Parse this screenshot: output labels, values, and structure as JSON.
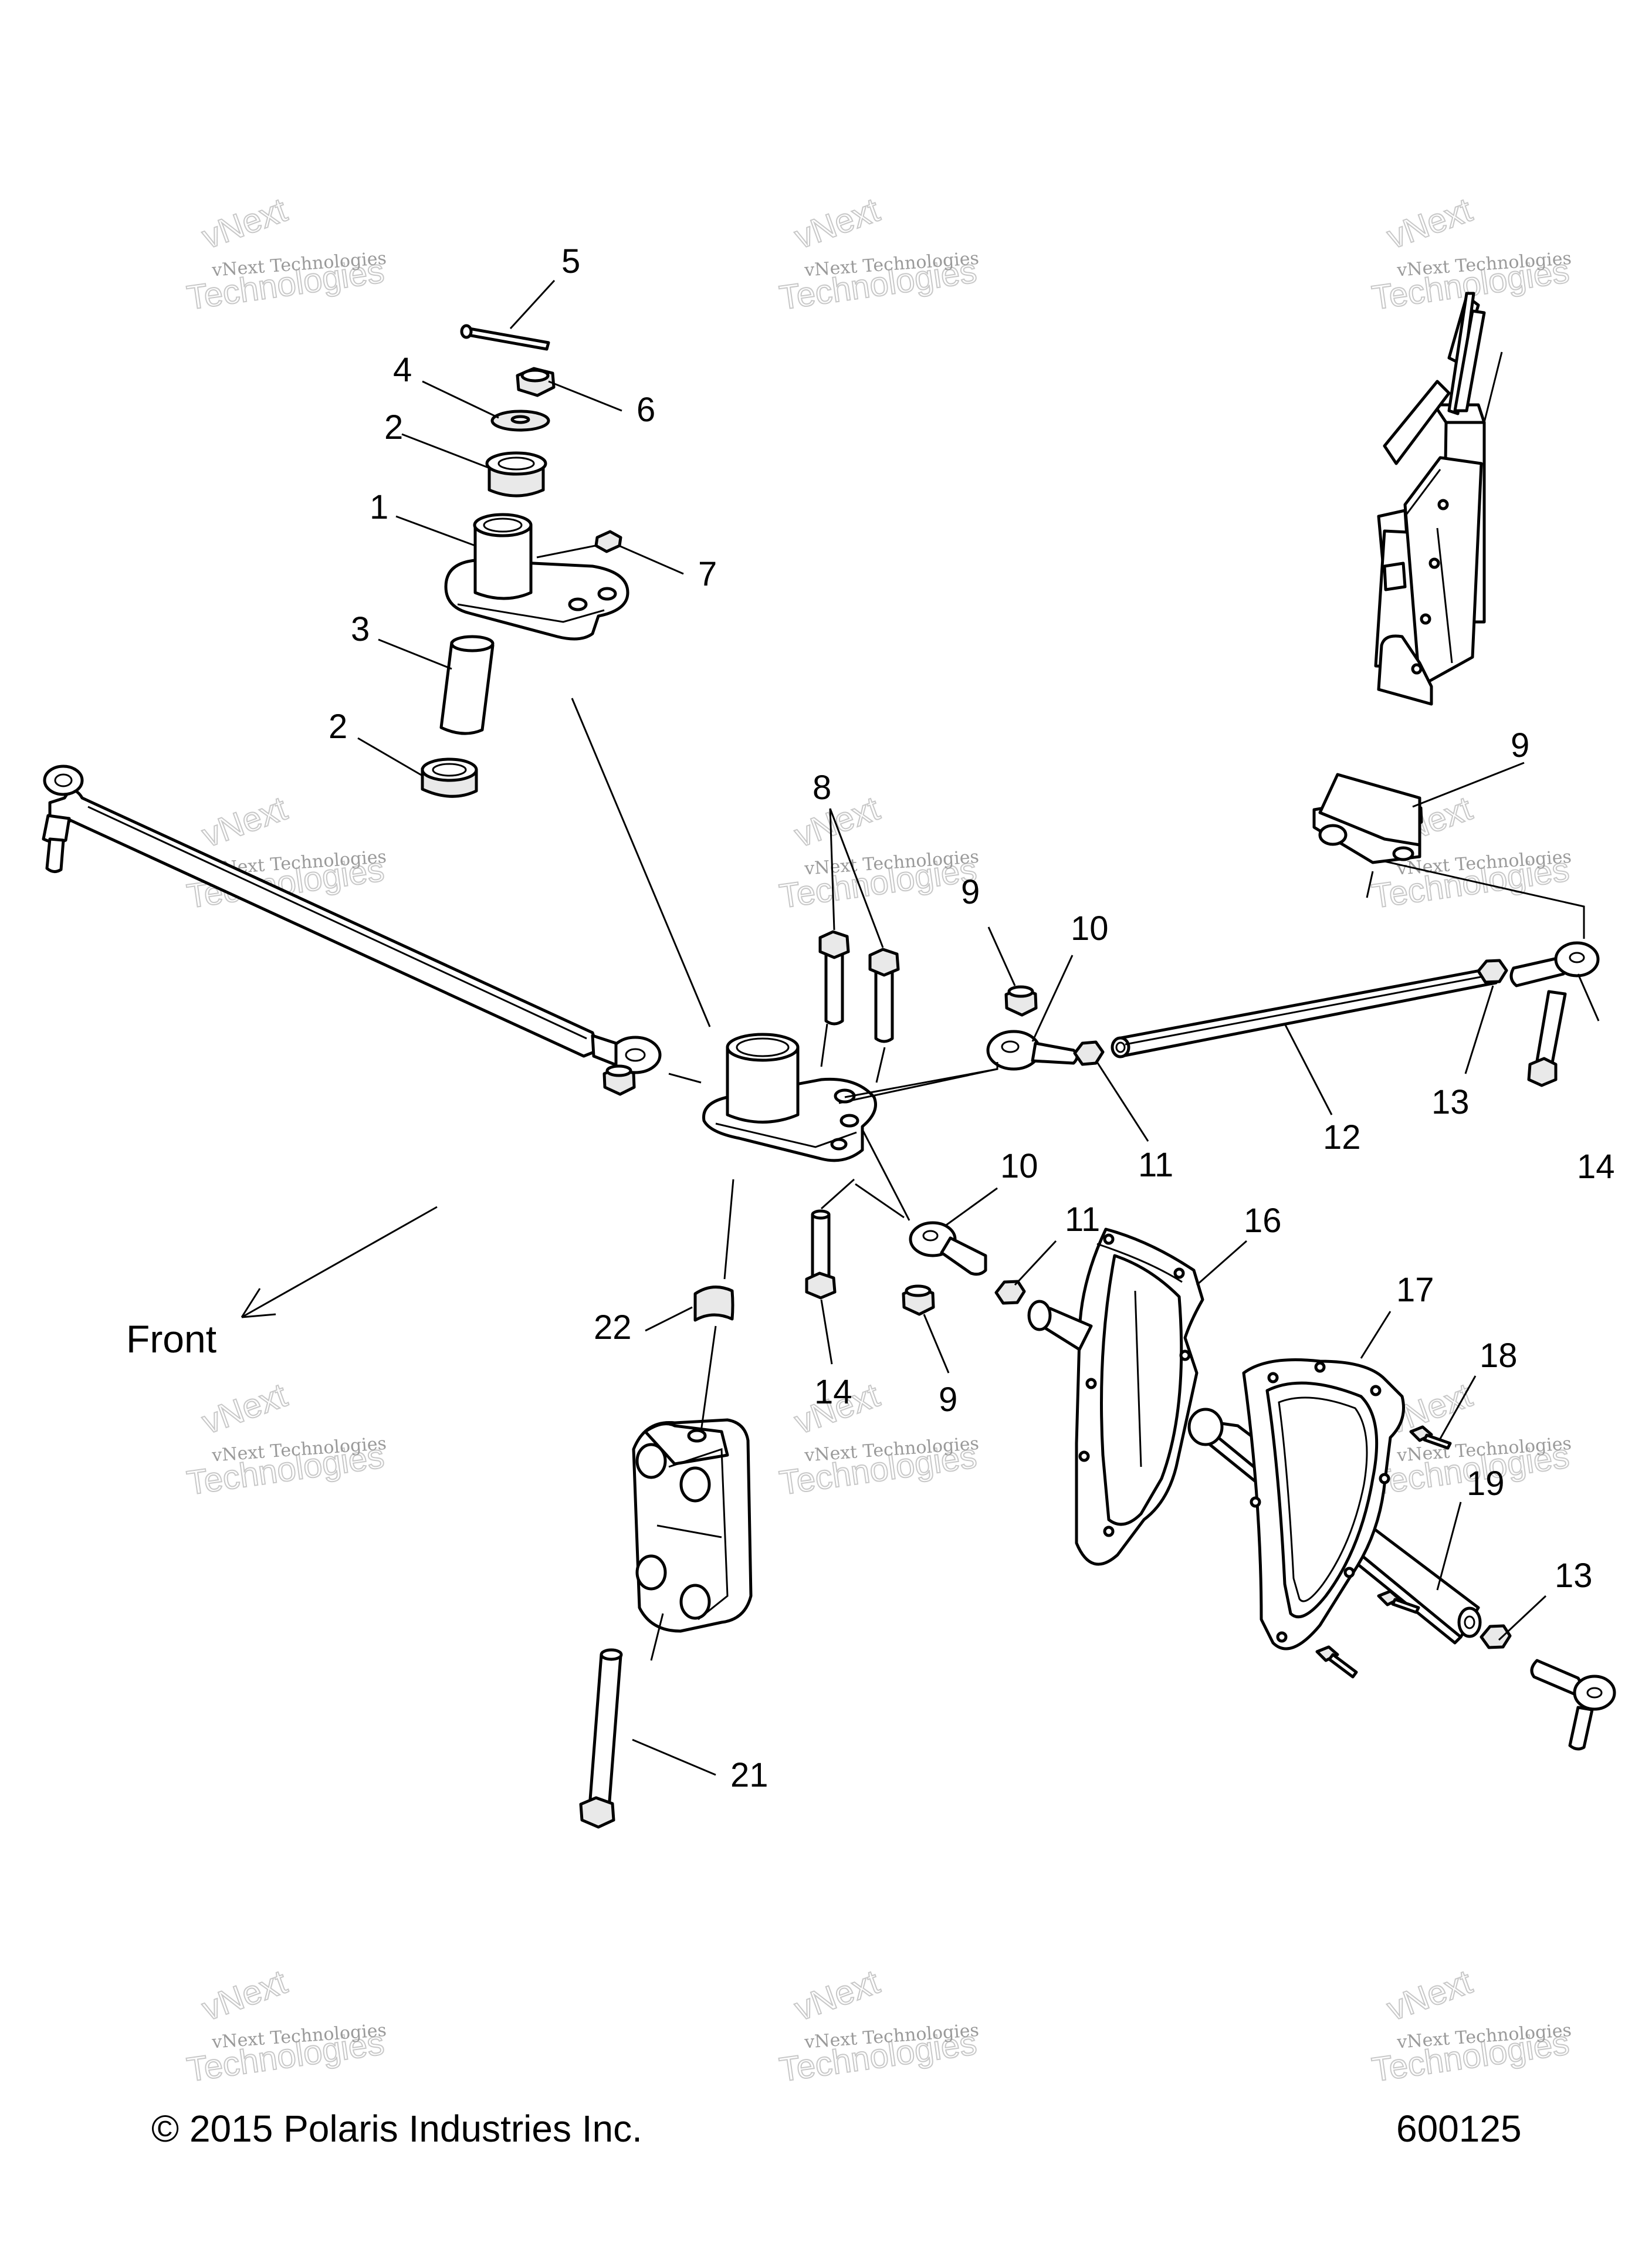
{
  "watermark": {
    "brand": "vNext",
    "line1": "vNext Technologies",
    "line2": "Technologies"
  },
  "direction_label": "Front",
  "callouts": [
    {
      "id": "c5",
      "label": "5"
    },
    {
      "id": "c6",
      "label": "6"
    },
    {
      "id": "c4",
      "label": "4"
    },
    {
      "id": "c2a",
      "label": "2"
    },
    {
      "id": "c1",
      "label": "1"
    },
    {
      "id": "c7",
      "label": "7"
    },
    {
      "id": "c3",
      "label": "3"
    },
    {
      "id": "c2b",
      "label": "2"
    },
    {
      "id": "c8",
      "label": "8"
    },
    {
      "id": "c9a",
      "label": "9"
    },
    {
      "id": "c10a",
      "label": "10"
    },
    {
      "id": "c9b",
      "label": "9"
    },
    {
      "id": "c11a",
      "label": "11"
    },
    {
      "id": "c12",
      "label": "12"
    },
    {
      "id": "c13a",
      "label": "13"
    },
    {
      "id": "c14a",
      "label": "14"
    },
    {
      "id": "c10b",
      "label": "10"
    },
    {
      "id": "c11b",
      "label": "11"
    },
    {
      "id": "c16",
      "label": "16"
    },
    {
      "id": "c17",
      "label": "17"
    },
    {
      "id": "c18",
      "label": "18"
    },
    {
      "id": "c19",
      "label": "19"
    },
    {
      "id": "c13b",
      "label": "13"
    },
    {
      "id": "c22",
      "label": "22"
    },
    {
      "id": "c14b",
      "label": "14"
    },
    {
      "id": "c9c",
      "label": "9"
    },
    {
      "id": "c21",
      "label": "21"
    }
  ],
  "footer": {
    "copyright": "© 2015 Polaris Industries Inc.",
    "figure_number": "600125"
  }
}
